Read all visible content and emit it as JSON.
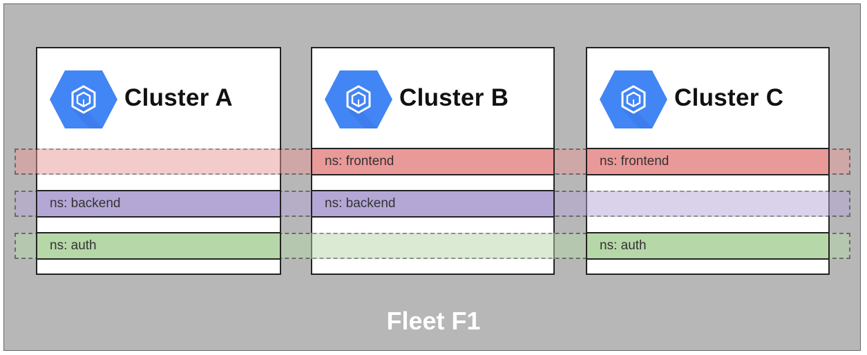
{
  "fleet": {
    "label": "Fleet F1",
    "background": "#b7b7b7"
  },
  "icon": {
    "name": "kubernetes-engine-hexagon-icon",
    "color": "#4285f4"
  },
  "clusters": [
    {
      "title": "Cluster A"
    },
    {
      "title": "Cluster B"
    },
    {
      "title": "Cluster C"
    }
  ],
  "namespaces": [
    {
      "name": "frontend",
      "label": "ns: frontend",
      "color": "#ea9999",
      "present_in": [
        "Cluster B",
        "Cluster C"
      ]
    },
    {
      "name": "backend",
      "label": "ns: backend",
      "color": "#b4a7d6",
      "present_in": [
        "Cluster A",
        "Cluster B"
      ]
    },
    {
      "name": "auth",
      "label": "ns: auth",
      "color": "#b6d7a8",
      "present_in": [
        "Cluster A",
        "Cluster C"
      ]
    }
  ]
}
